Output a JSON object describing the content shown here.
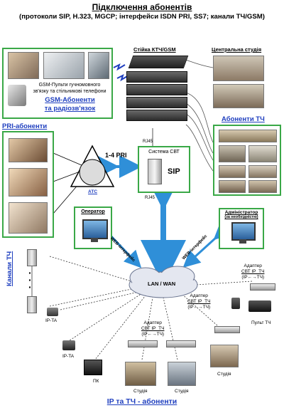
{
  "header": {
    "title": "Підключення абонентів",
    "subtitle": "(протоколи SIP, H.323, MGCP; інтерфейси ISDN PRI, SS7; канали ТЧ/GSM)"
  },
  "rack": {
    "label": "Стійка КТЧ/GSM"
  },
  "studio_center": {
    "label": "Центральна студія"
  },
  "gsm_box": {
    "caption_line1": "GSM-Пульти гучномовного",
    "caption_line2": "зв'язку та стільникові телефони",
    "link_line1": "GSM-Абоненти",
    "link_line2": "та радіозв'язок"
  },
  "pri": {
    "label": "PRI-абоненти",
    "link_label": "1-4 PRI",
    "ats_label": "АТС"
  },
  "svt": {
    "title": "Система СВТ",
    "sip_label": "SIP",
    "rj45_top": "RJ45",
    "rj45_bottom": "RJ45"
  },
  "tch": {
    "label": "Абоненти ТЧ"
  },
  "operator": {
    "label": "Оператор",
    "web_label": "WEB-інтерфейс"
  },
  "admin": {
    "label_line1": "Адміністратор",
    "label_line2": "(за необхідністю)",
    "web_label": "WEB-інтерфейс"
  },
  "lan": {
    "label": "LAN / WAN"
  },
  "channels": {
    "label": "Канали ТЧ"
  },
  "devices": {
    "ip_ta_1": "IP-TA",
    "ip_ta_2": "IP-TA",
    "pc": "ПК",
    "studio_1": "Студія",
    "studio_2": "Студія",
    "studio_3": "Студія",
    "console": "Пульт ТЧ"
  },
  "adapters": {
    "a1": {
      "line1": "Адаптер",
      "line2": "СВТ IP_ТЧ",
      "line3": "(IP←→ТЧ)"
    },
    "a2": {
      "line1": "Адаптер",
      "line2": "СВТ IP_ТЧ",
      "line3": "(IP←→ТЧ)"
    },
    "a3": {
      "line1": "Адаптер",
      "line2": "СВТ IP_ТЧ",
      "line3": "(IP←→ТЧ)"
    }
  },
  "footer": {
    "label": "IP та ТЧ - абоненти"
  },
  "colors": {
    "frame_green": "#3aa847",
    "link_blue": "#1f3fbf",
    "arrow_blue": "#2f8fd8",
    "cloud": "#e4e7f0"
  }
}
